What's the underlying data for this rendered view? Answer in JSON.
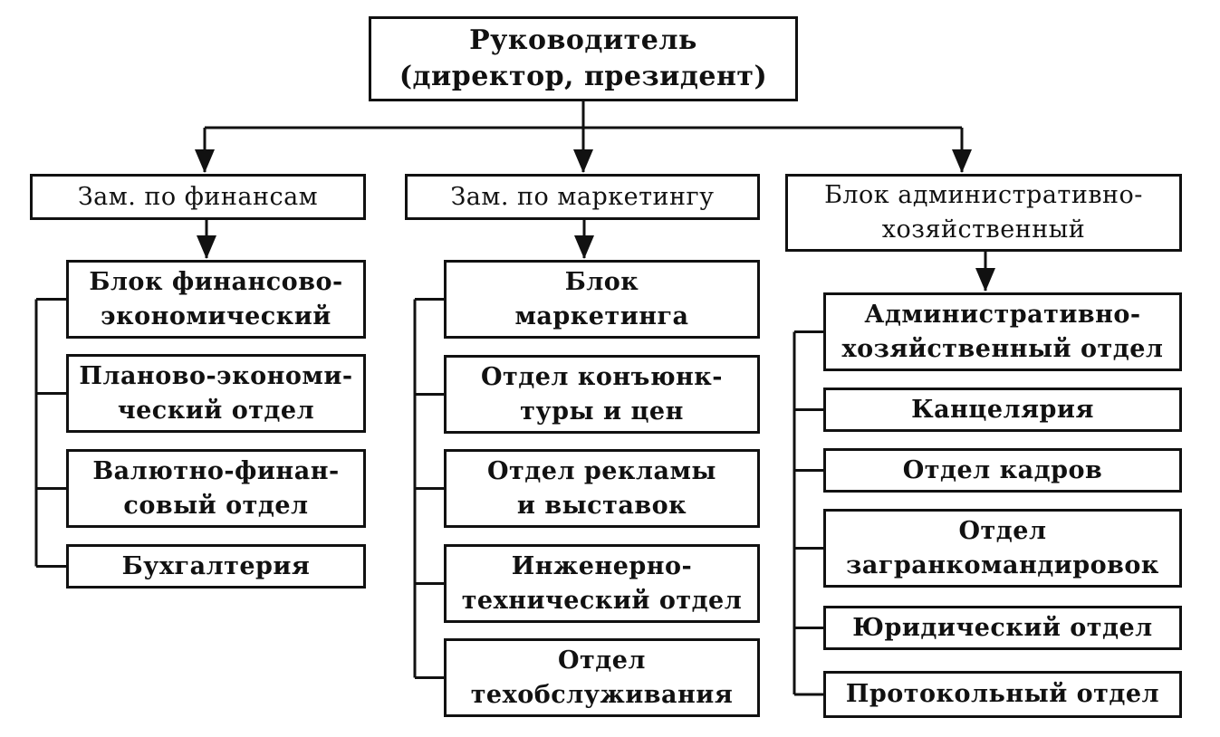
{
  "diagram": {
    "type": "org-chart",
    "root": {
      "id": "root",
      "label": "Руководитель\n(директор, президент)"
    },
    "branches": [
      {
        "id": "fin",
        "label": "Зам. по финансам",
        "children": [
          "Блок финансово-\nэкономический",
          "Планово-экономи-\nческий отдел",
          "Валютно-финан-\nсовый отдел",
          "Бухгалтерия"
        ]
      },
      {
        "id": "mkt",
        "label": "Зам. по маркетингу",
        "children": [
          "Блок\nмаркетинга",
          "Отдел конъюнк-\nтуры и цен",
          "Отдел рекламы\nи выставок",
          "Инженерно-\nтехнический отдел",
          "Отдел\nтехобслуживания"
        ]
      },
      {
        "id": "adm",
        "label": "Блок административно-\nхозяйственный",
        "children": [
          "Административно-\nхозяйственный отдел",
          "Канцелярия",
          "Отдел кадров",
          "Отдел\nзагранкомандировок",
          "Юридический отдел",
          "Протокольный отдел"
        ]
      }
    ],
    "edges": [
      {
        "from": "root",
        "to": "fin",
        "style": "arrow"
      },
      {
        "from": "root",
        "to": "mkt",
        "style": "arrow"
      },
      {
        "from": "root",
        "to": "adm",
        "style": "arrow"
      },
      {
        "from": "fin",
        "to": "fin-0",
        "style": "arrow"
      },
      {
        "from": "mkt",
        "to": "mkt-0",
        "style": "arrow"
      },
      {
        "from": "adm",
        "to": "adm-0",
        "style": "arrow"
      },
      {
        "group": "fin",
        "style": "bracket"
      },
      {
        "group": "mkt",
        "style": "bracket"
      },
      {
        "group": "adm",
        "style": "bracket"
      }
    ],
    "colors": {
      "line": "#111111",
      "background": "#ffffff",
      "text": "#111111"
    }
  }
}
